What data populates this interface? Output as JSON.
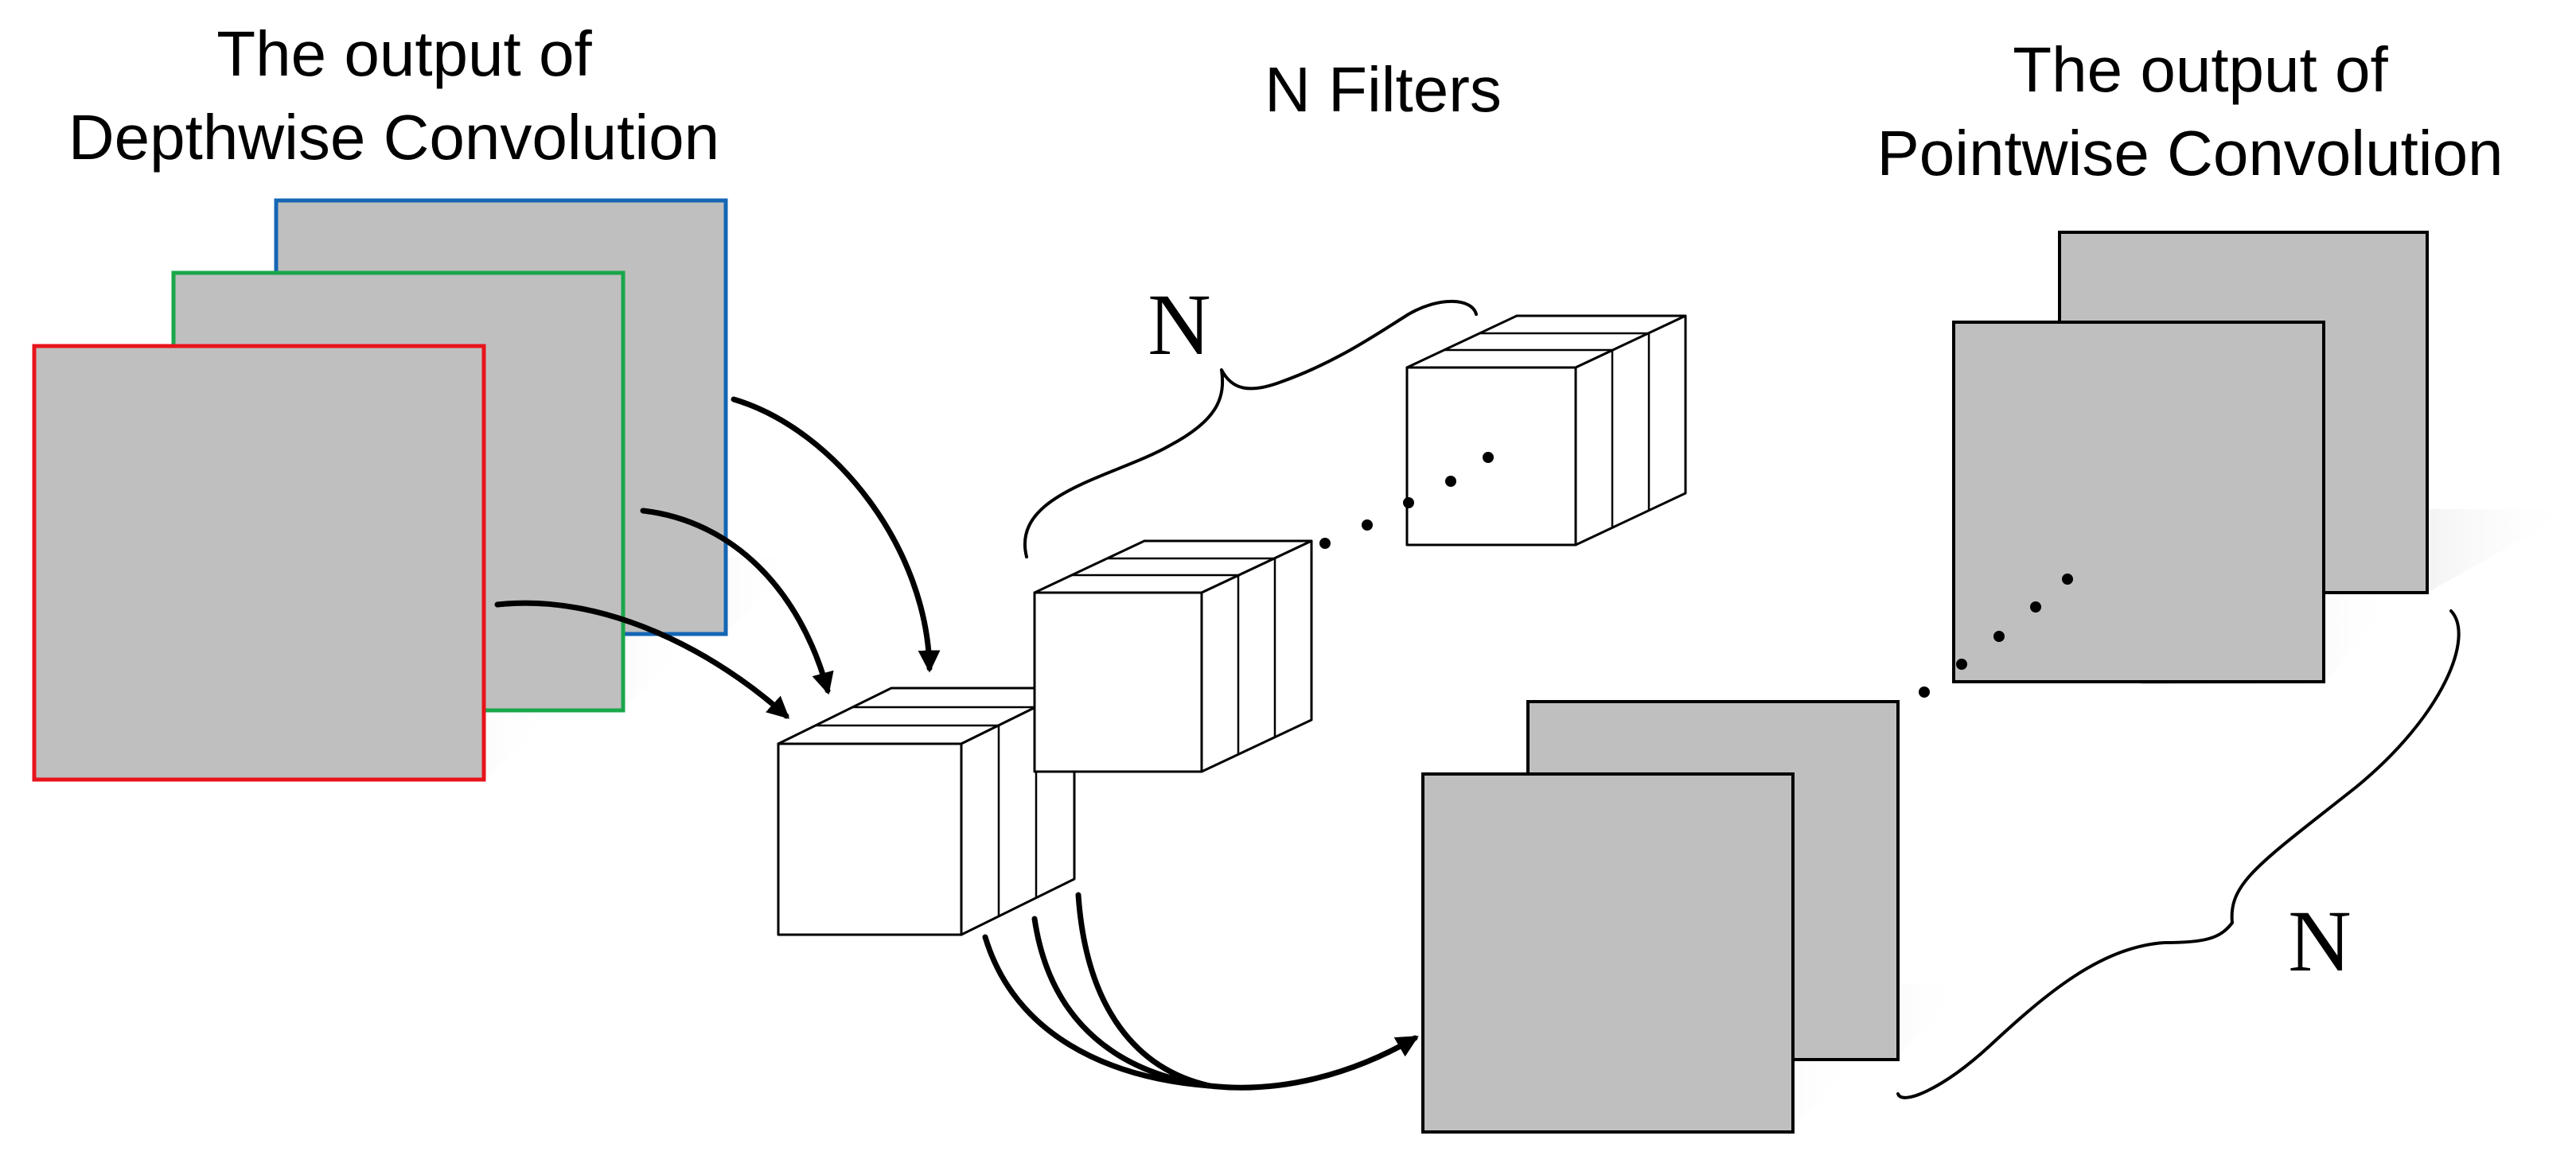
{
  "labels": {
    "depthwise_line1": "The output of",
    "depthwise_line2": "Depthwise Convolution",
    "filters_title": "N Filters",
    "pointwise_line1": "The output of",
    "pointwise_line2": "Pointwise Convolution",
    "filters_count": "N",
    "outputs_count": "N"
  },
  "colors": {
    "channel_red": "#e8141c",
    "channel_green": "#1aa64a",
    "channel_blue": "#1466b4",
    "sheet_fill": "#bfbfbf",
    "shadow": "#d9d9d9"
  },
  "icons": {
    "ellipsis_filters": "dots-icon",
    "ellipsis_outputs": "dots-icon"
  }
}
